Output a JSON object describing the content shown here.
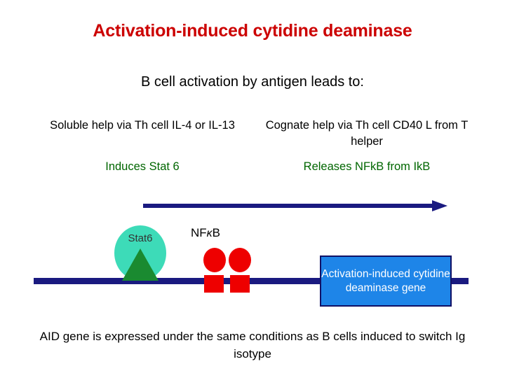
{
  "slide": {
    "title": "Activation-induced cytidine deaminase",
    "subtitle": "B cell activation by antigen leads to:",
    "columns": {
      "left": {
        "description": "Soluble help via Th cell IL-4 or IL-13",
        "result": "Induces Stat 6"
      },
      "right": {
        "description": "Cognate help via Th cell CD40 L from T helper",
        "result": "Releases NFkB from IkB"
      }
    },
    "diagram": {
      "stat6_label": "Stat6",
      "nfkb_label_pre": "NF",
      "nfkb_label_kappa": "κ",
      "nfkb_label_post": "B",
      "gene_box_text": "Activation-induced cytidine deaminase gene",
      "arrow_name": "rightward-arrow",
      "dna_line_name": "dna-strand"
    },
    "footer": "AID gene is expressed under the same conditions as B cells induced to switch Ig isotype",
    "colors": {
      "title": "#cc0000",
      "result_text": "#006600",
      "arrow": "#1a1a80",
      "dna_line": "#1a1a80",
      "stat6_ellipse": "#3ddbb8",
      "stat6_triangle": "#1a8a30",
      "nfkb_shapes": "#ee0000",
      "gene_box": "#1e85e8"
    }
  }
}
